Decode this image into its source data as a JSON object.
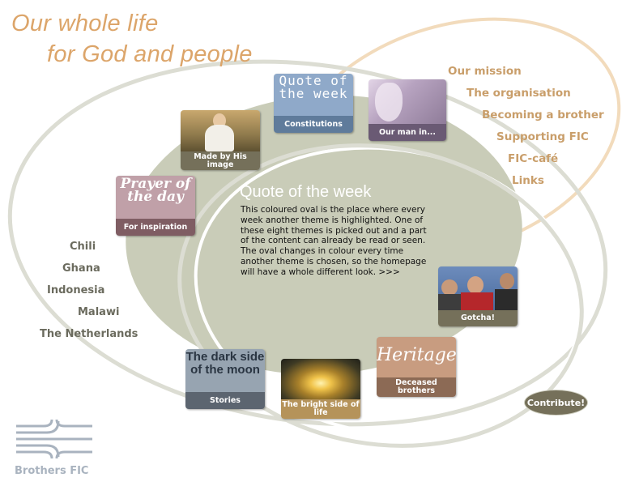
{
  "tagline": {
    "line1": "Our whole life",
    "line2": "for God and people"
  },
  "nav_links": [
    "Our mission",
    "The organisation",
    "Becoming a brother",
    "Supporting FIC",
    "FIC-café",
    "Links"
  ],
  "countries": [
    "Chili",
    "Ghana",
    "Indonesia",
    "Malawi",
    "The Netherlands"
  ],
  "tiles": {
    "quote": {
      "art": "Quote of the week",
      "caption": "Constitutions"
    },
    "our_man": {
      "caption": "Our man in..."
    },
    "made_by": {
      "caption": "Made by His image"
    },
    "prayer": {
      "art": "Prayer of the day",
      "caption": "For inspiration"
    },
    "gotcha": {
      "caption": "Gotcha!"
    },
    "heritage": {
      "art": "Heritage",
      "caption": "Deceased brothers"
    },
    "dark_side": {
      "art": "The dark side of the moon",
      "caption": "Stories"
    },
    "bright_side": {
      "caption": "The bright side of life"
    }
  },
  "feature": {
    "title": "Quote of the week",
    "body": "This coloured oval is the place where every week another theme is highlighted. One of these eight themes is picked out and a part of the content can already be read or seen. The oval changes in colour every time another theme is chosen, so the homepage will have a whole different look. >>>"
  },
  "contribute_label": "Contribute!",
  "brand": {
    "name": "Brothers FIC"
  },
  "colors": {
    "accent": "#dca56a",
    "oval": "#c9ccb8",
    "link": "#c99e6a",
    "country": "#6b6b5e"
  }
}
